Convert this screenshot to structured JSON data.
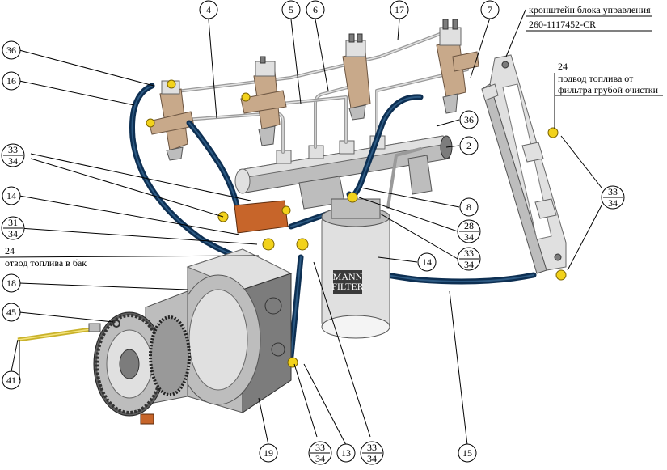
{
  "callouts": {
    "n4": "4",
    "n5": "5",
    "n6": "6",
    "n17": "17",
    "n7": "7",
    "n36a": "36",
    "n36b": "36",
    "n16": "16",
    "n2": "2",
    "n8": "8",
    "n14a": "14",
    "n14b": "14",
    "n18": "18",
    "n45": "45",
    "n41": "41",
    "n19": "19",
    "n13": "13",
    "n15": "15",
    "g33_34_left": [
      "33",
      "34"
    ],
    "g31_34": [
      "31",
      "34"
    ],
    "g28_34": [
      "28",
      "34"
    ],
    "g33_34_mid": [
      "33",
      "34"
    ],
    "g33_34_right": [
      "33",
      "34"
    ],
    "g33_34_bot1": [
      "33",
      "34"
    ],
    "g33_34_bot2": [
      "33",
      "34"
    ]
  },
  "text_labels": {
    "bracket_line1": "кронштейн блока управления",
    "bracket_line2": "260-1117452-CR",
    "supply_num": "24",
    "supply_line1": "подвод топлива от",
    "supply_line2": "фильтра грубой очистки",
    "return_num": "24",
    "return_line": "отвод топлива в бак",
    "filter_brand_1": "MANN",
    "filter_brand_2": "FILTER"
  },
  "colors": {
    "hose": "#0d2f52",
    "fitting": "#f2d21b",
    "metal": "#bdbdbd",
    "injector": "#c8a98a"
  }
}
